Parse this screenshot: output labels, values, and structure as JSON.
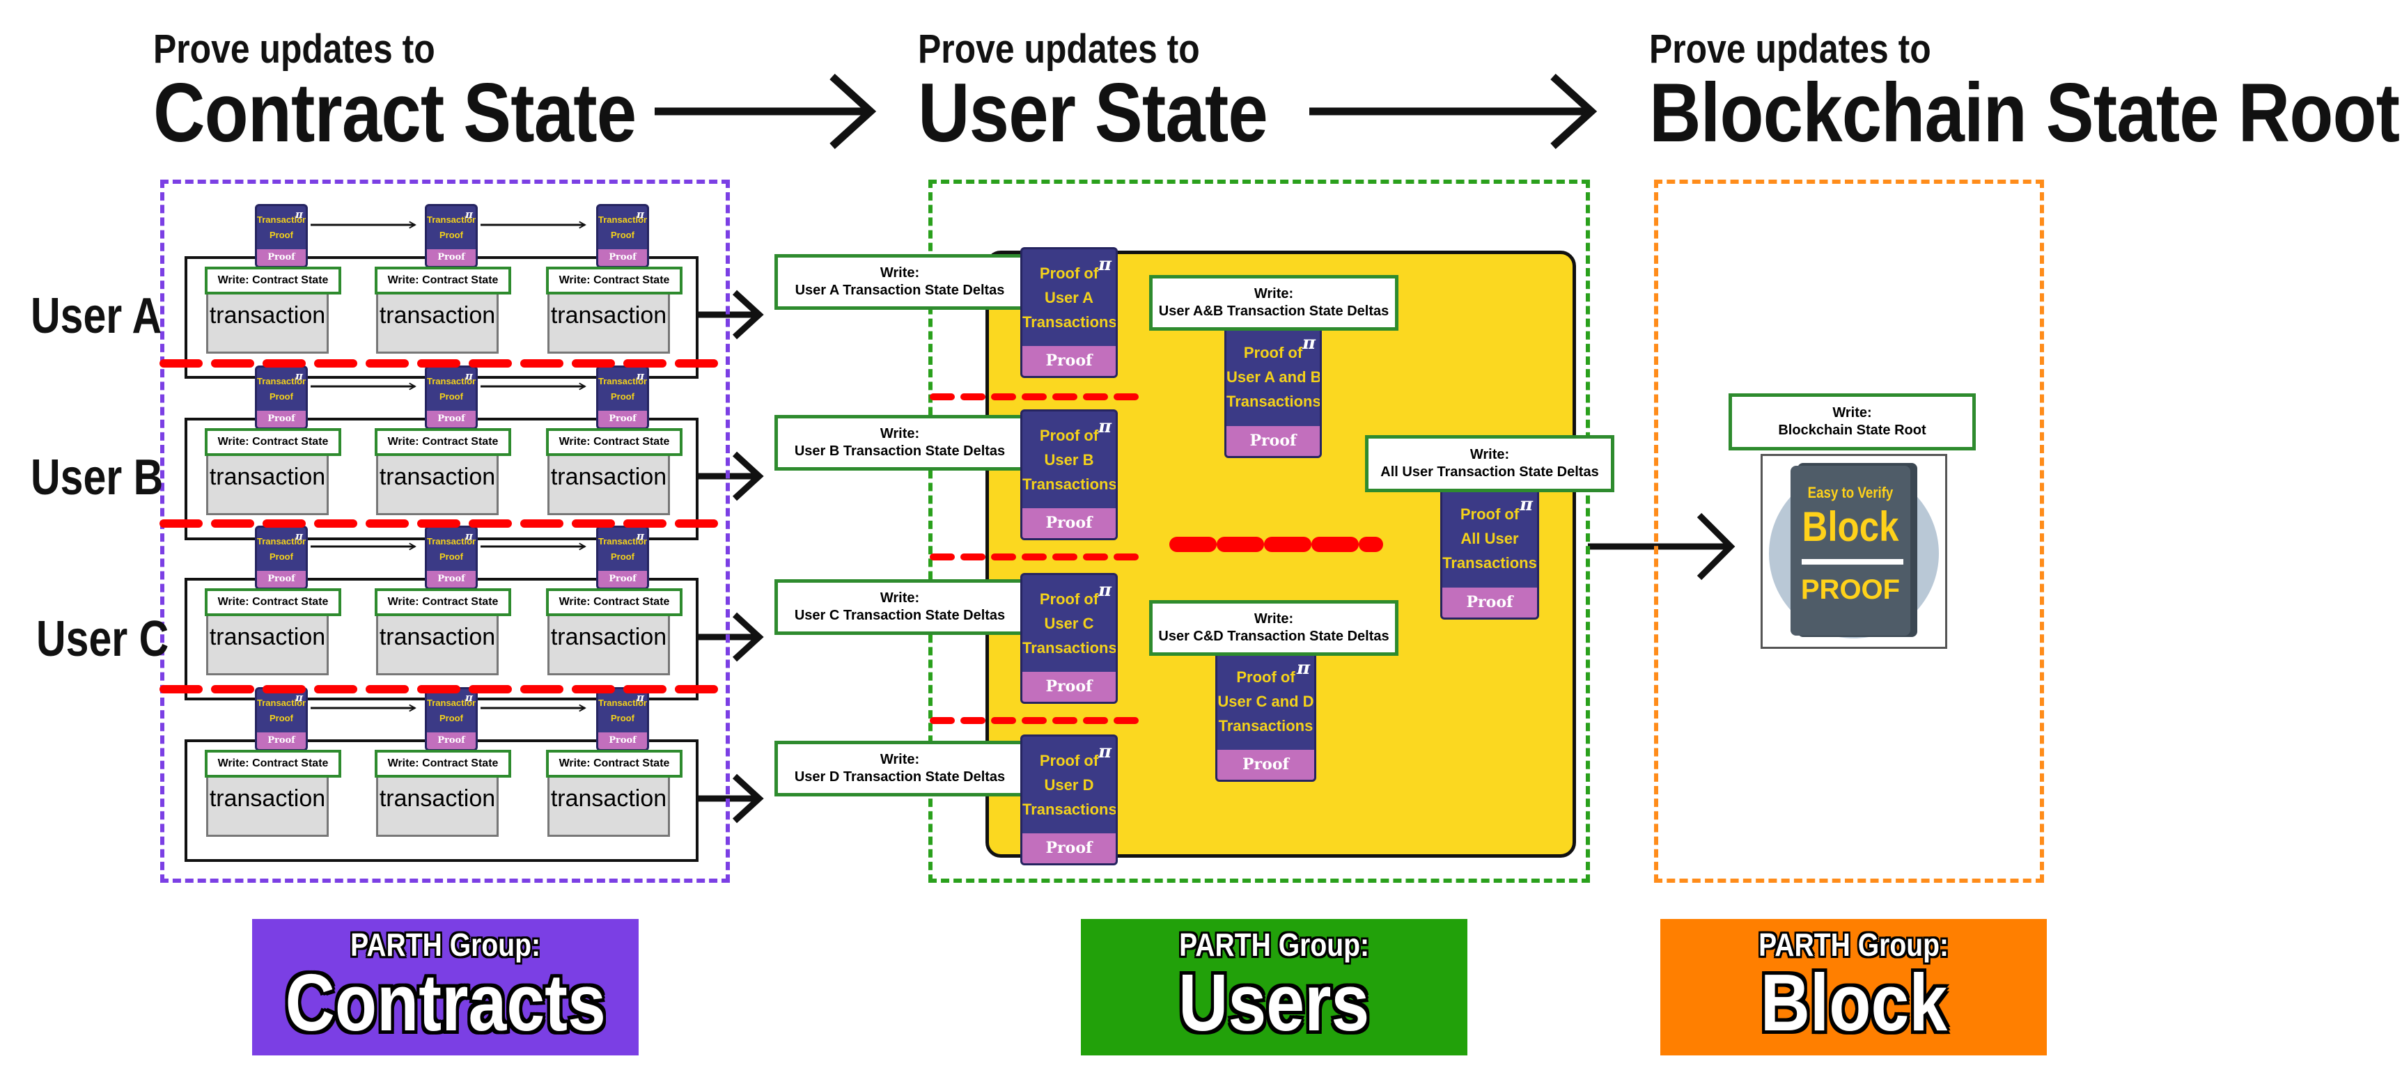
{
  "headings": [
    {
      "small": "Prove updates to",
      "big": "Contract State"
    },
    {
      "small": "Prove updates to",
      "big": "User State"
    },
    {
      "small": "Prove updates to",
      "big": "Blockchain State Root"
    }
  ],
  "users": [
    "User A",
    "User B",
    "User C"
  ],
  "contracts": {
    "transaction_label": "transaction",
    "write_label": "Write: Contract State",
    "mini_proof": {
      "line1": "Transaction",
      "line2": "Proof",
      "foot": "Proof",
      "pi": "π"
    }
  },
  "users_group": {
    "write_boxes": [
      {
        "line1": "Write:",
        "line2": "User A Transaction State Deltas"
      },
      {
        "line1": "Write:",
        "line2": "User B Transaction State Deltas"
      },
      {
        "line1": "Write:",
        "line2": "User C Transaction State Deltas"
      },
      {
        "line1": "Write:",
        "line2": "User D Transaction State Deltas"
      }
    ],
    "user_proofs": [
      {
        "lines": [
          "Proof of",
          "User A",
          "Transactions"
        ],
        "foot": "Proof",
        "pi": "π"
      },
      {
        "lines": [
          "Proof of",
          "User B",
          "Transactions"
        ],
        "foot": "Proof",
        "pi": "π"
      },
      {
        "lines": [
          "Proof of",
          "User C",
          "Transactions"
        ],
        "foot": "Proof",
        "pi": "π"
      },
      {
        "lines": [
          "Proof of",
          "User D",
          "Transactions"
        ],
        "foot": "Proof",
        "pi": "π"
      }
    ],
    "pair_proofs": [
      {
        "write": {
          "line1": "Write:",
          "line2": "User A&B Transaction State Deltas"
        },
        "lines": [
          "Proof of",
          "User A and B",
          "Transactions"
        ],
        "foot": "Proof",
        "pi": "π"
      },
      {
        "write": {
          "line1": "Write:",
          "line2": "User C&D Transaction State Deltas"
        },
        "lines": [
          "Proof of",
          "User C and D",
          "Transactions"
        ],
        "foot": "Proof",
        "pi": "π"
      }
    ],
    "all_proof": {
      "write": {
        "line1": "Write:",
        "line2": "All User Transaction State Deltas"
      },
      "lines": [
        "Proof of",
        "All User",
        "Transactions"
      ],
      "foot": "Proof",
      "pi": "π"
    }
  },
  "block_group": {
    "write": {
      "line1": "Write:",
      "line2": "Blockchain State Root"
    },
    "badge": {
      "top": "Easy to Verify",
      "mid": "Block",
      "bottom": "PROOF"
    }
  },
  "group_labels": [
    {
      "small": "PARTH Group:",
      "big": "Contracts",
      "color": "#7b3fe4"
    },
    {
      "small": "PARTH Group:",
      "big": "Users",
      "color": "#22a10a"
    },
    {
      "small": "PARTH Group:",
      "big": "Block",
      "color": "#ff7f00"
    }
  ],
  "colors": {
    "contracts_border": "#7b3fe4",
    "users_border": "#2aa01c",
    "block_border": "#ff8c1a",
    "separator_red": "#ff0000",
    "panel_yellow": "#fbd820",
    "proof_card": "#3b3a86",
    "proof_foot": "#c26fbd",
    "write_border": "#2e8b2e"
  }
}
